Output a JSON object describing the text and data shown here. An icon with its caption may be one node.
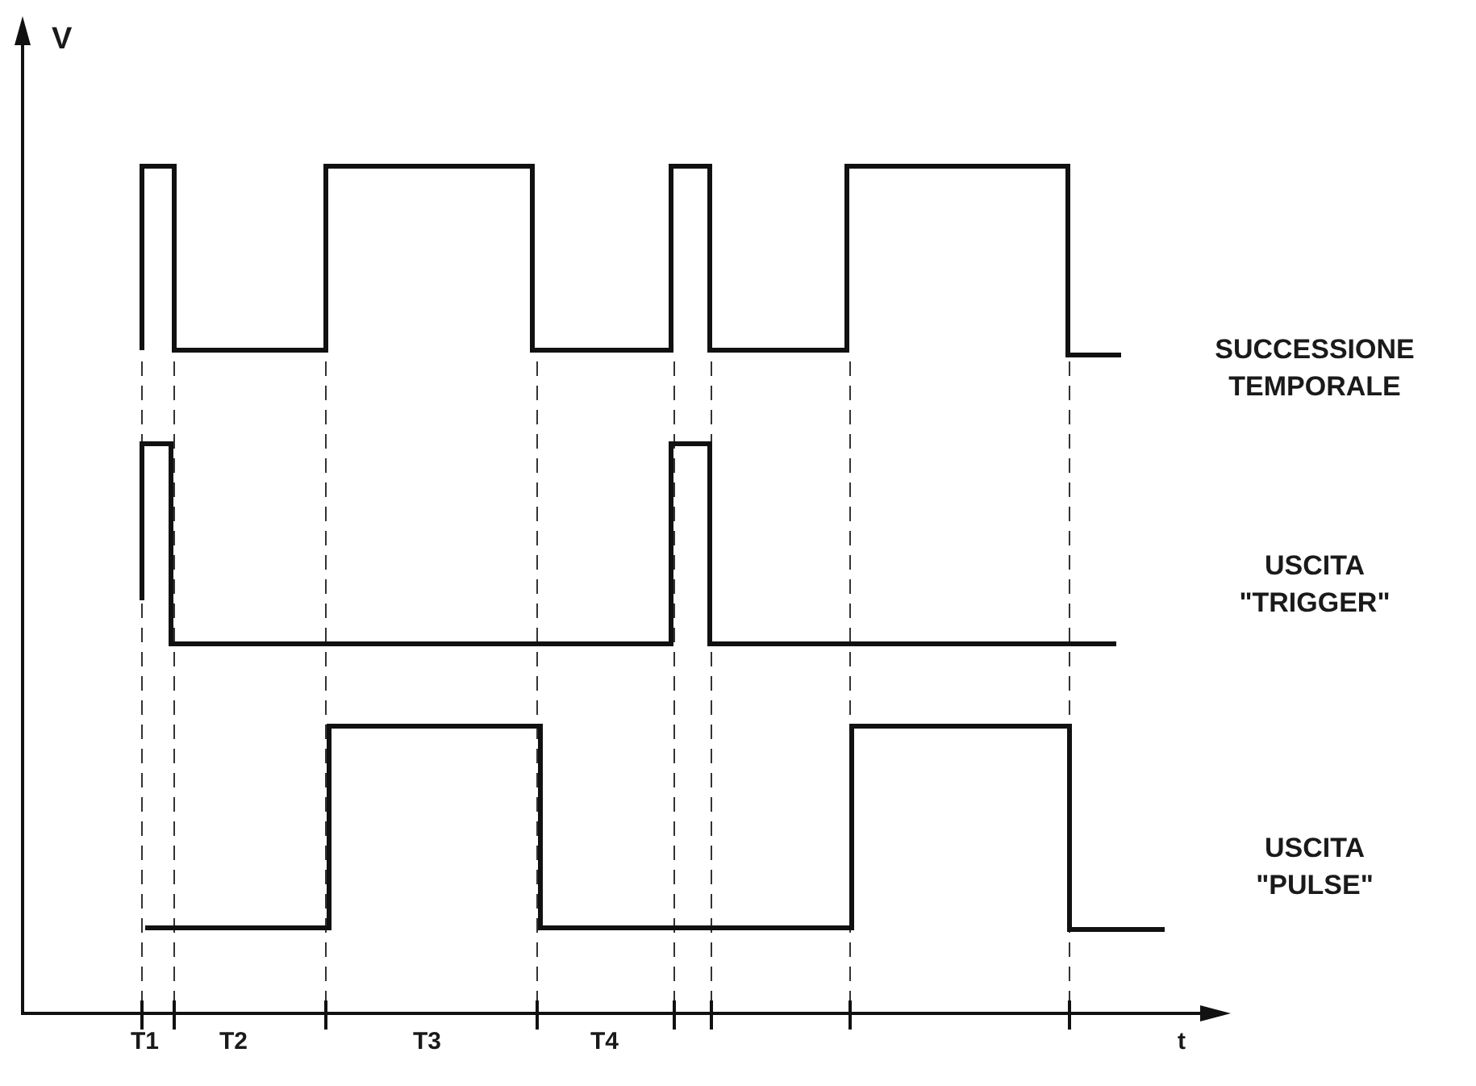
{
  "diagram": {
    "labels": [
      "V",
      "SUCCESSIONE TEMPORALE",
      "USCITA \"TRIGGER\"",
      "USCITA \"PULSE\"",
      "T1",
      "T2",
      "T3",
      "T4",
      "t"
    ]
  }
}
